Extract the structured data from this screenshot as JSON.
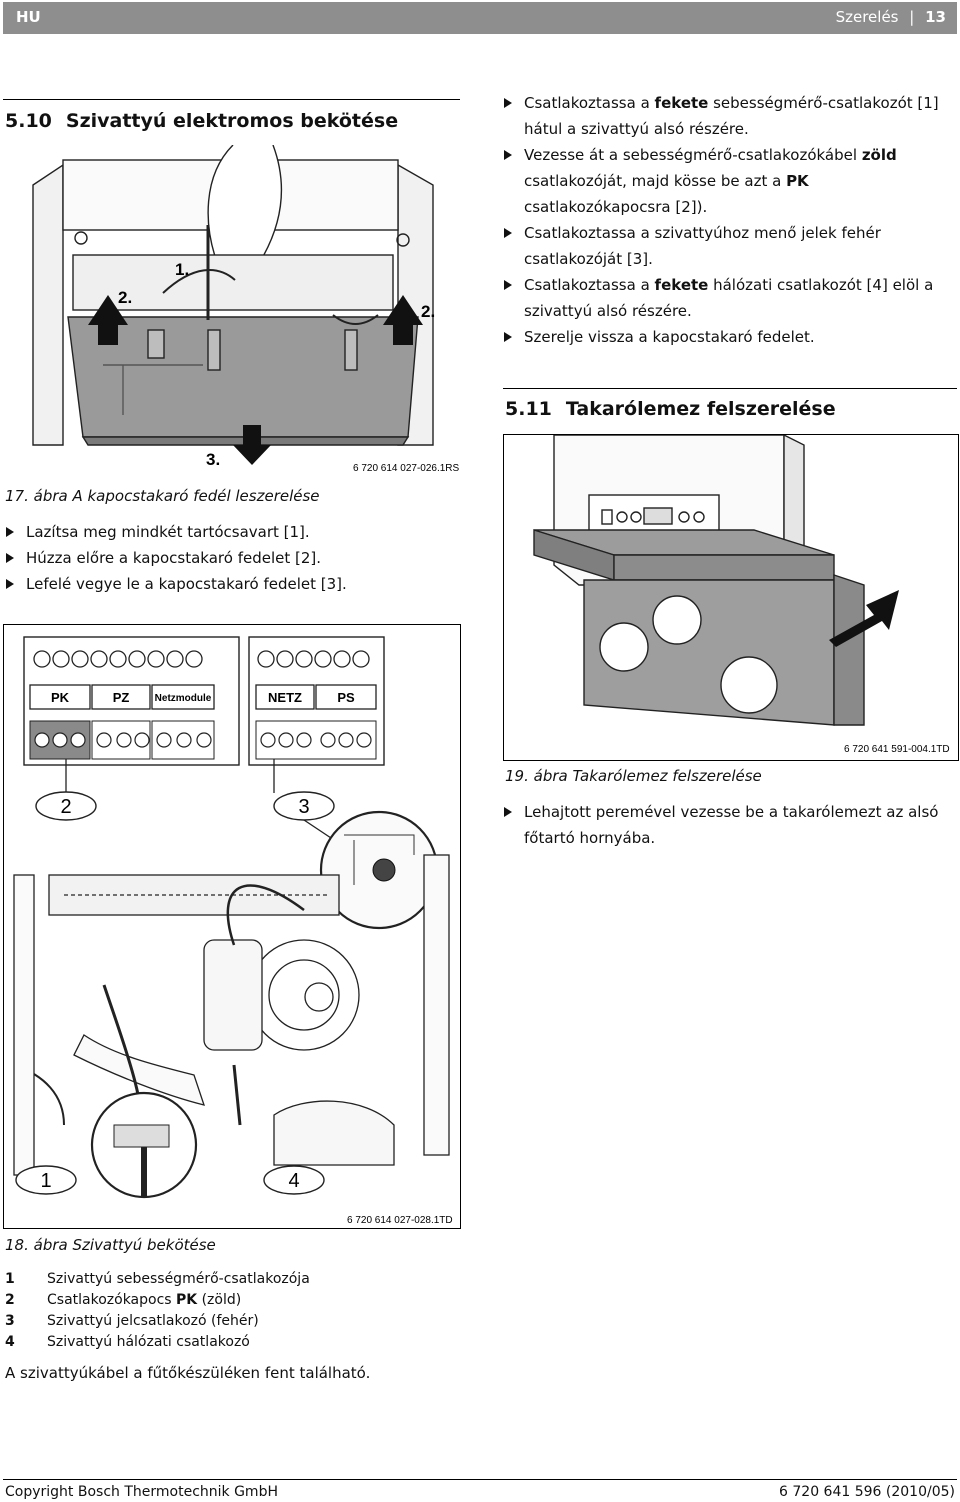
{
  "header": {
    "lang": "HU",
    "section": "Szerelés",
    "page": "13"
  },
  "sec510": {
    "num": "5.10",
    "title": "Szivattyú elektromos bekötése",
    "fig17": {
      "labels": {
        "s1": "1.",
        "s2a": "2.",
        "s2b": "2.",
        "s3": "3."
      },
      "code": "6 720 614 027-026.1RS",
      "caption": "17. ábra A kapocstakaró fedél leszerelése"
    },
    "steps": [
      "Lazítsa meg mindkét tartócsavart [1].",
      "Húzza előre a kapocstakaró fedelet [2].",
      "Lefelé vegye le a kapocstakaró fedelet [3]."
    ],
    "fig18": {
      "terminals": [
        "PK",
        "PZ",
        "Netzmodule",
        "NETZ",
        "PS"
      ],
      "callouts": {
        "c1": "1",
        "c2": "2",
        "c3": "3",
        "c4": "4"
      },
      "code": "6 720 614 027-028.1TD",
      "caption": "18. ábra Szivattyú bekötése"
    },
    "legend": [
      {
        "key": "1",
        "text": "Szivattyú sebességmérő-csatlakozója"
      },
      {
        "key": "2",
        "pre": "Csatlakozókapocs ",
        "bold": "PK",
        "post": " (zöld)"
      },
      {
        "key": "3",
        "text": "Szivattyú jelcsatlakozó (fehér)"
      },
      {
        "key": "4",
        "text": "Szivattyú hálózati csatlakozó"
      }
    ],
    "note": "A szivattyúkábel a fűtőkészüléken fent található."
  },
  "right_steps": [
    {
      "pre": "Csatlakoztassa a ",
      "bold": "fekete",
      "post": " sebességmérő-csatlakozót [1] hátul a szivattyú alsó részére."
    },
    {
      "pre": "Vezesse át a sebességmérő-csatlakozókábel ",
      "bold": "zöld",
      "post": " csatlakozóját, majd kösse be azt a ",
      "bold2": "PK",
      "post2": " csatlakozókapocsra [2])."
    },
    {
      "text": "Csatlakoztassa a szivattyúhoz menő jelek fehér csatlakozóját [3]."
    },
    {
      "pre": "Csatlakoztassa a ",
      "bold": "fekete",
      "post": " hálózati csatlakozót [4] elöl a szivattyú alsó részére."
    },
    {
      "text": "Szerelje vissza a kapocstakaró fedelet."
    }
  ],
  "sec511": {
    "num": "5.11",
    "title": "Takarólemez felszerelése",
    "fig19": {
      "code": "6 720 641 591-004.1TD",
      "caption": "19. ábra Takarólemez felszerelése"
    },
    "step": "Lehajtott peremével vezesse be a takarólemezt az alsó főtartó hornyába."
  },
  "footer": {
    "copyright": "Copyright Bosch Thermotechnik GmbH",
    "docnum": "6 720 641 596 (2010/05)"
  }
}
